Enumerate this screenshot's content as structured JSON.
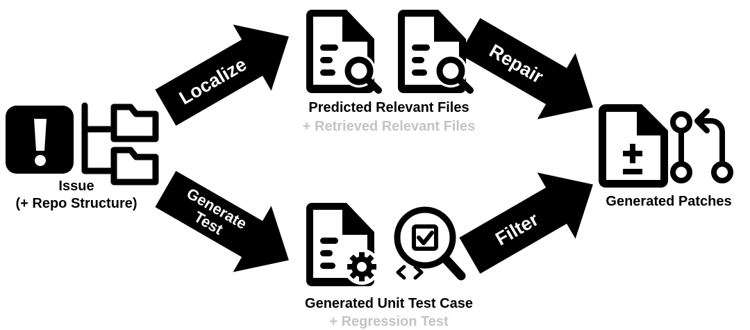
{
  "colors": {
    "ink": "#000000",
    "paper": "#ffffff",
    "secondary_text": "#c4c4c4"
  },
  "arrows": {
    "localize": "Localize",
    "repair": "Repair",
    "generate_test_line1": "Generate",
    "generate_test_line2": "Test",
    "filter": "Filter"
  },
  "nodes": {
    "issue": {
      "line1": "Issue",
      "line2": "(+ Repo Structure)"
    },
    "files": {
      "title": "Predicted Relevant Files",
      "subtitle": "+ Retrieved Relevant Files"
    },
    "tests": {
      "title": "Generated Unit Test Case",
      "subtitle": "+ Regression Test"
    },
    "patches": {
      "title": "Generated Patches"
    }
  },
  "icons": {
    "issue": "exclamation-square-icon",
    "repo": "folder-tree-icon",
    "file_search": "document-search-icon",
    "test_file": "document-gear-icon",
    "code_inspect": "magnifier-checkbox-code-icon",
    "patch_file": "document-diff-icon",
    "pull_request": "pull-request-icon"
  }
}
